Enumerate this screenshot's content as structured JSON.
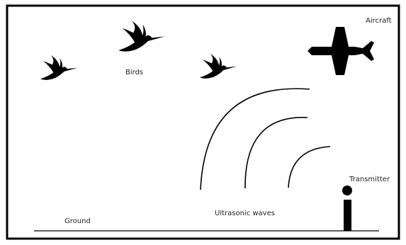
{
  "labels": {
    "aircraft": "Aircraft",
    "birds": "Birds",
    "transmitter": "Transmitter",
    "ultrasonic_waves": "Ultrasonic waves",
    "ground": "Ground"
  },
  "colors": {
    "ink": "#000000",
    "background": "#ffffff"
  },
  "icons": [
    "bird-icon",
    "aircraft-icon",
    "transmitter-icon"
  ]
}
